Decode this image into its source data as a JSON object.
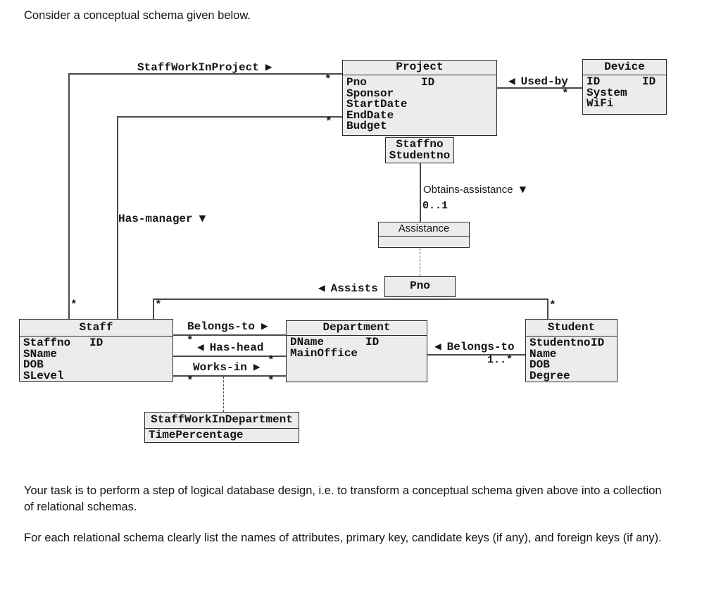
{
  "header": "Consider a conceptual schema given below.",
  "colors": {
    "box_fill": "#ececec",
    "box_border": "#2b2b2b",
    "connector_line": "#4a4a4a",
    "text": "#111111"
  },
  "entities": [
    {
      "name": "Project",
      "attrs": [
        {
          "name": "Pno",
          "marker": "ID"
        },
        {
          "name": "Sponsor"
        },
        {
          "name": "StartDate"
        },
        {
          "name": "EndDate"
        },
        {
          "name": "Budget"
        }
      ]
    },
    {
      "name": "Device",
      "attrs": [
        {
          "name": "ID",
          "marker": "ID"
        },
        {
          "name": "System"
        },
        {
          "name": "WiFi"
        }
      ]
    },
    {
      "name": "Staff",
      "attrs": [
        {
          "name": "Staffno",
          "marker": "ID"
        },
        {
          "name": "SName"
        },
        {
          "name": "DOB"
        },
        {
          "name": "SLevel"
        }
      ]
    },
    {
      "name": "Department",
      "attrs": [
        {
          "name": "DName",
          "marker": "ID"
        },
        {
          "name": "MainOffice"
        }
      ]
    },
    {
      "name": "Student",
      "attrs": [
        {
          "name": "Studentno",
          "marker": "ID"
        },
        {
          "name": "Name"
        },
        {
          "name": "DOB"
        },
        {
          "name": "Degree"
        }
      ]
    },
    {
      "name": "StaffWorkInDepartment",
      "attrs": [
        {
          "name": "TimePercentage"
        }
      ]
    },
    {
      "name": "Assistance",
      "attrs": []
    }
  ],
  "attr_boxes": {
    "obtains_key": {
      "line1": "Staffno",
      "line2": "Studentno"
    },
    "assists_attr": {
      "line1": "Pno"
    }
  },
  "relationships": {
    "staff_work_in_project": {
      "label": "StaffWorkInProject",
      "arrow": "▶"
    },
    "has_manager": {
      "label": "Has-manager",
      "arrow": "▼"
    },
    "used_by": {
      "label": "Used-by",
      "arrow": "◀"
    },
    "obtains_assistance": {
      "label": "Obtains-assistance",
      "arrow": "▼",
      "mult": "0..1"
    },
    "assists": {
      "label": "Assists",
      "arrow": "◀"
    },
    "belongs_to_staff_dept": {
      "label": "Belongs-to",
      "arrow": "▶"
    },
    "has_head": {
      "label": "Has-head",
      "arrow": "◀"
    },
    "works_in": {
      "label": "Works-in",
      "arrow": "▶"
    },
    "belongs_to_dept_student": {
      "label": "Belongs-to",
      "arrow": "◀",
      "mult": "1..*"
    }
  },
  "glyphs": {
    "star": "*"
  },
  "paragraphs": [
    "Your task is to perform a step of logical database design, i.e. to transform a conceptual schema given above into a collection of relational schemas.",
    "For each relational schema clearly list the names of attributes, primary key, candidate keys (if any), and foreign keys (if any)."
  ]
}
